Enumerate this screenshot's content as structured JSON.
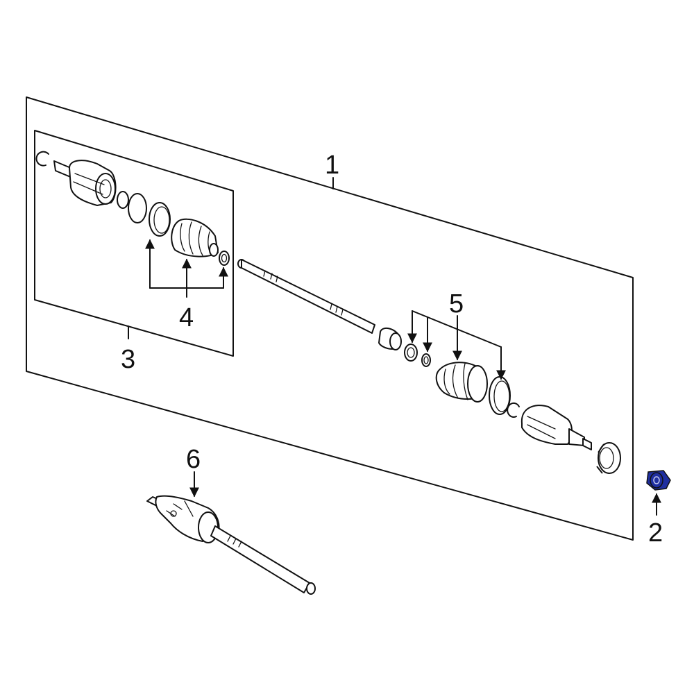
{
  "callouts": {
    "c1": "1",
    "c2": "2",
    "c3": "3",
    "c4": "4",
    "c5": "5",
    "c6": "6"
  },
  "highlight_color": "#1f2fa0"
}
